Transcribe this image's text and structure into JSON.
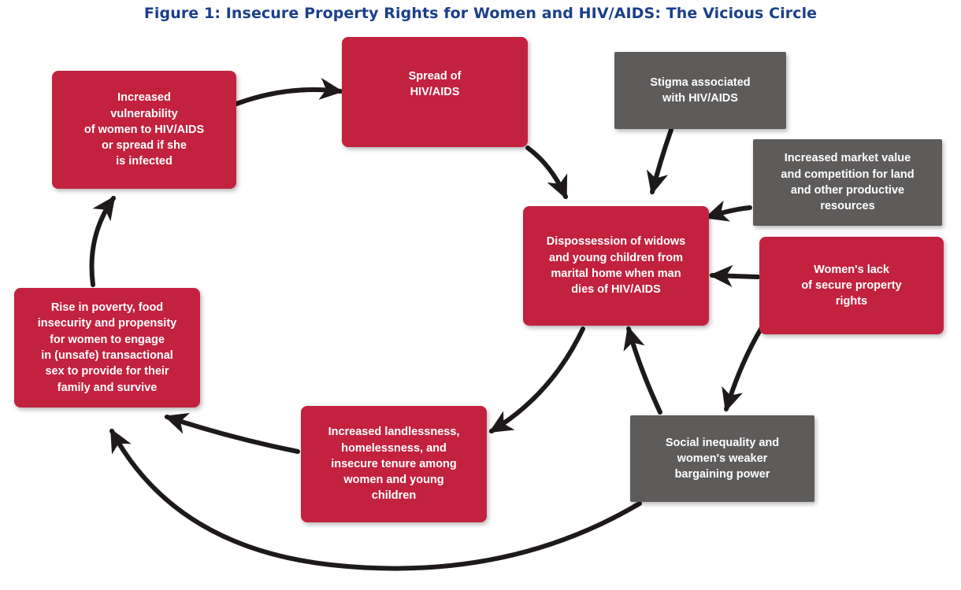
{
  "title": "Figure 1: Insecure Property Rights for Women and HIV/AIDS: The Vicious Circle",
  "colors": {
    "cycle_box": "#c3223f",
    "external_box": "#5e5b5b",
    "arrow": "#1e1a1a",
    "title": "#1b3f8b"
  },
  "nodes": {
    "vulnerability": "Increased\nvulnerability\nof women to HIV/AIDS\nor spread if she\nis infected",
    "spread": "Spread of\nHIV/AIDS",
    "stigma": "Stigma associated\nwith HIV/AIDS",
    "market_value": "Increased market value\nand competition for land\nand other productive\nresources",
    "dispossession": "Dispossession of widows\nand young children from\nmarital home when man\ndies of HIV/AIDS",
    "property_rights": "Women's lack\nof secure property\nrights",
    "poverty": "Rise in poverty, food\ninsecurity and propensity\nfor women to engage\nin (unsafe) transactional\nsex to provide for their\nfamily and survive",
    "landlessness": "Increased landlessness,\nhomelessness,  and\ninsecure tenure among\nwomen and young\nchildren",
    "inequality": "Social inequality and\nwomen's weaker\nbargaining power"
  }
}
